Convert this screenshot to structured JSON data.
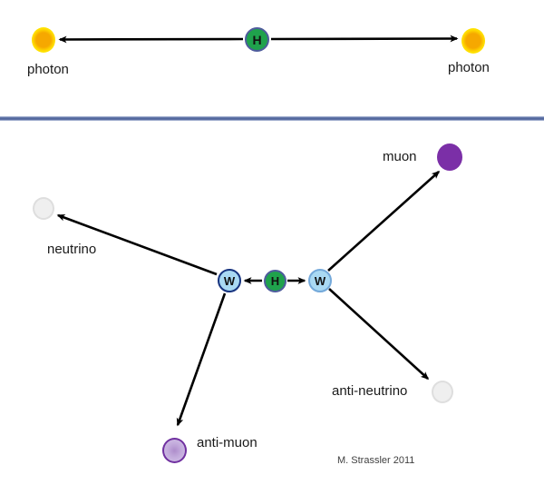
{
  "diagram": {
    "credit": "M. Strassler 2011",
    "top_panel": {
      "description": "Higgs decaying to two photons",
      "higgs": {
        "label": "H",
        "fill": "#1FA24C",
        "border": "#4E5C9C"
      },
      "photon_left": {
        "label": "photon",
        "core_color": "#F6A800",
        "rim_color": "#FFF200"
      },
      "photon_right": {
        "label": "photon",
        "core_color": "#F6A800",
        "rim_color": "#FFF200"
      }
    },
    "bottom_panel": {
      "description": "Higgs decaying via two W bosons to muon, neutrino, anti-muon, anti-neutrino",
      "higgs": {
        "label": "H",
        "fill": "#1FA24C",
        "border": "#4E5C9C"
      },
      "w_left": {
        "label": "W",
        "fill": "#A9D9F3",
        "border": "#16337F"
      },
      "w_right": {
        "label": "W",
        "fill": "#A9D9F3",
        "border": "#74A9DA"
      },
      "muon": {
        "label": "muon",
        "color": "#7B2FA7"
      },
      "neutrino": {
        "label": "neutrino",
        "color": "#EFEFEF"
      },
      "anti_muon": {
        "label": "anti-muon",
        "ring_color": "#7030A0",
        "fill": "#C3ABDC"
      },
      "anti_neutrino": {
        "label": "anti-neutrino",
        "color": "#EFEFEF"
      }
    },
    "style": {
      "arrow_color": "#000000",
      "divider_color": "#53689E"
    }
  }
}
